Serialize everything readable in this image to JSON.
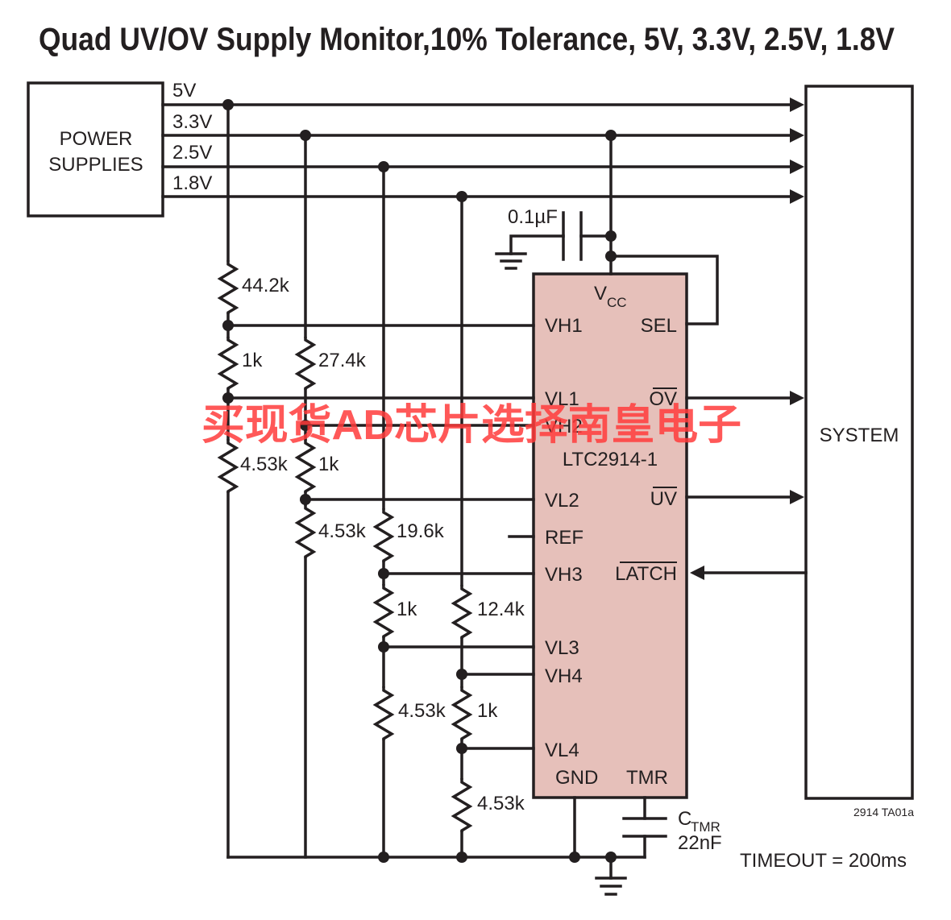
{
  "title": "Quad UV/OV Supply Monitor,10% Tolerance, 5V, 3.3V, 2.5V, 1.8V",
  "power_block": {
    "line1": "POWER",
    "line2": "SUPPLIES"
  },
  "system_block": {
    "label": "SYSTEM"
  },
  "rails": [
    "5V",
    "3.3V",
    "2.5V",
    "1.8V"
  ],
  "bypass_cap": "0.1µF",
  "resistors": {
    "r1_top": "44.2k",
    "r1_mid": "1k",
    "r1_bot": "4.53k",
    "r2_top": "27.4k",
    "r2_mid": "1k",
    "r2_bot": "4.53k",
    "r3_top": "19.6k",
    "r3_mid": "1k",
    "r3_bot": "4.53k",
    "r4_top": "12.4k",
    "r4_mid": "1k",
    "r4_bot": "4.53k"
  },
  "ic": {
    "part": "LTC2914-1",
    "vcc_main": "V",
    "vcc_sub": "CC",
    "pins_left": [
      "VH1",
      "VL1",
      "VH2",
      "VL2",
      "REF",
      "VH3",
      "VL3",
      "VH4",
      "VL4"
    ],
    "gnd": "GND",
    "tmr": "TMR",
    "sel": "SEL",
    "ov": "OV",
    "uv": "UV",
    "latch": "LATCH"
  },
  "timer_cap": {
    "main": "C",
    "sub": "TMR",
    "value": "22nF"
  },
  "timeout": "TIMEOUT = 200ms",
  "figure_id": "2914 TA01a",
  "watermark": "买现货AD芯片选择南皇电子",
  "colors": {
    "ic_fill": "#e6c0ba",
    "line": "#231f20",
    "watermark": "#ff3b3b"
  }
}
